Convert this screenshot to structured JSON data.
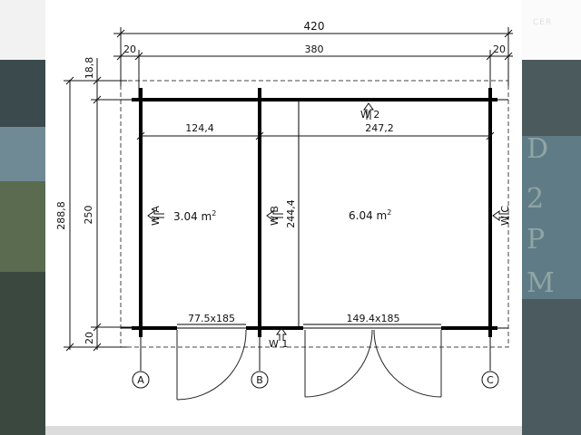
{
  "background": {
    "right_text": [
      "D",
      "2",
      "P",
      "M"
    ],
    "cert_label": "CER"
  },
  "dimensions": {
    "total_width": "420",
    "wall_left": "20",
    "inner_width": "380",
    "wall_right": "20",
    "top_offset": "18,8",
    "total_depth": "288,8",
    "inner_depth": "250",
    "bottom_wall": "20",
    "room_a_width": "124,4",
    "room_b_width": "247,2",
    "room_depth": "244,4"
  },
  "rooms": {
    "room_a_area": "3.04 m",
    "room_b_area": "6.04 m",
    "superscript": "2"
  },
  "doors": {
    "door_1": "77.5x185",
    "door_2": "149.4x185"
  },
  "walls": {
    "w2": "W 2",
    "w1": "W 1",
    "wa": "W A",
    "wb": "W B",
    "wc": "W C"
  },
  "axes": {
    "a": "A",
    "b": "B",
    "c": "C"
  }
}
